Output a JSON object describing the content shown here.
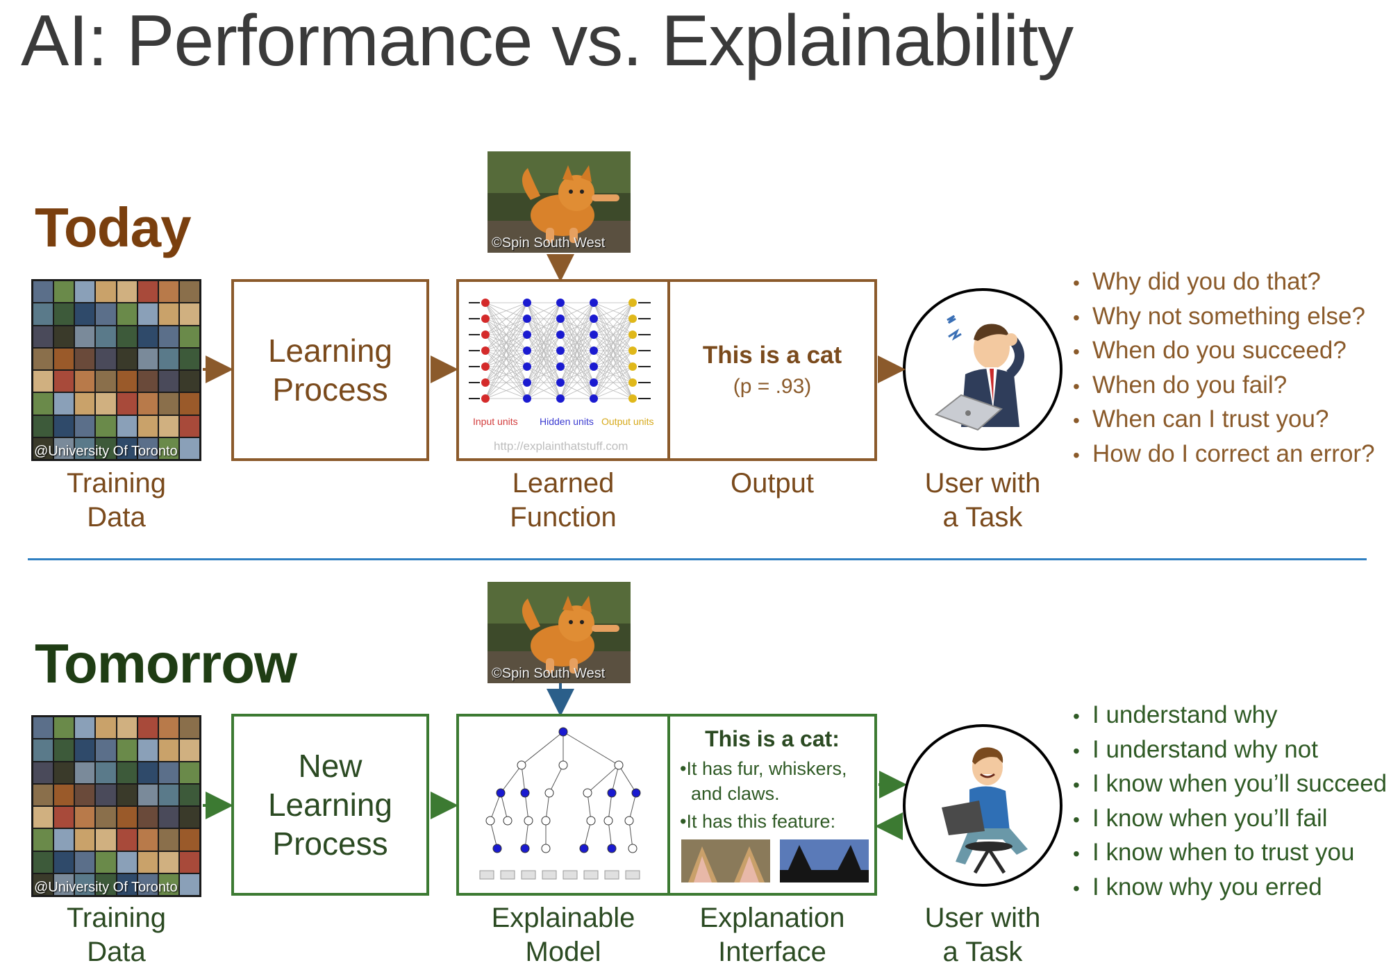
{
  "title": "AI: Performance vs. Explainability",
  "today": {
    "heading": "Today",
    "training_credit": "@University Of Toronto",
    "training_caption": "Training\nData",
    "learning_process": "Learning\nProcess",
    "cat_credit": "©Spin South West",
    "nn_labels": {
      "input": "Input units",
      "hidden": "Hidden units",
      "output": "Output units"
    },
    "nn_credit": "http://explainthatstuff.com",
    "learned_caption": "Learned\nFunction",
    "output_title": "This is a cat",
    "output_prob": "(p = .93)",
    "output_caption": "Output",
    "user_caption": "User with\na Task",
    "questions": [
      "Why did you do that?",
      "Why not something else?",
      "When do you succeed?",
      "When do you fail?",
      "When can I trust you?",
      "How do I correct an error?"
    ]
  },
  "tomorrow": {
    "heading": "Tomorrow",
    "training_credit": "@University Of Toronto",
    "training_caption": "Training\nData",
    "learning_process": "New\nLearning\nProcess",
    "cat_credit": "©Spin South West",
    "model_caption": "Explainable\nModel",
    "explanation_title": "This is a cat:",
    "explanation_bullet1": "It has fur, whiskers, and claws.",
    "explanation_bullet2": "It has this feature:",
    "interface_caption": "Explanation\nInterface",
    "user_caption": "User with\na Task",
    "statements": [
      "I understand why",
      "I understand why not",
      "I know when you’ll succeed",
      "I know when you’ll fail",
      "I know when to trust you",
      "I know why you erred"
    ]
  },
  "colors": {
    "today_accent": "#8b5a2b",
    "tomorrow_accent": "#3c7a32",
    "divider": "#2f7fc1",
    "title": "#3a3a3a"
  }
}
